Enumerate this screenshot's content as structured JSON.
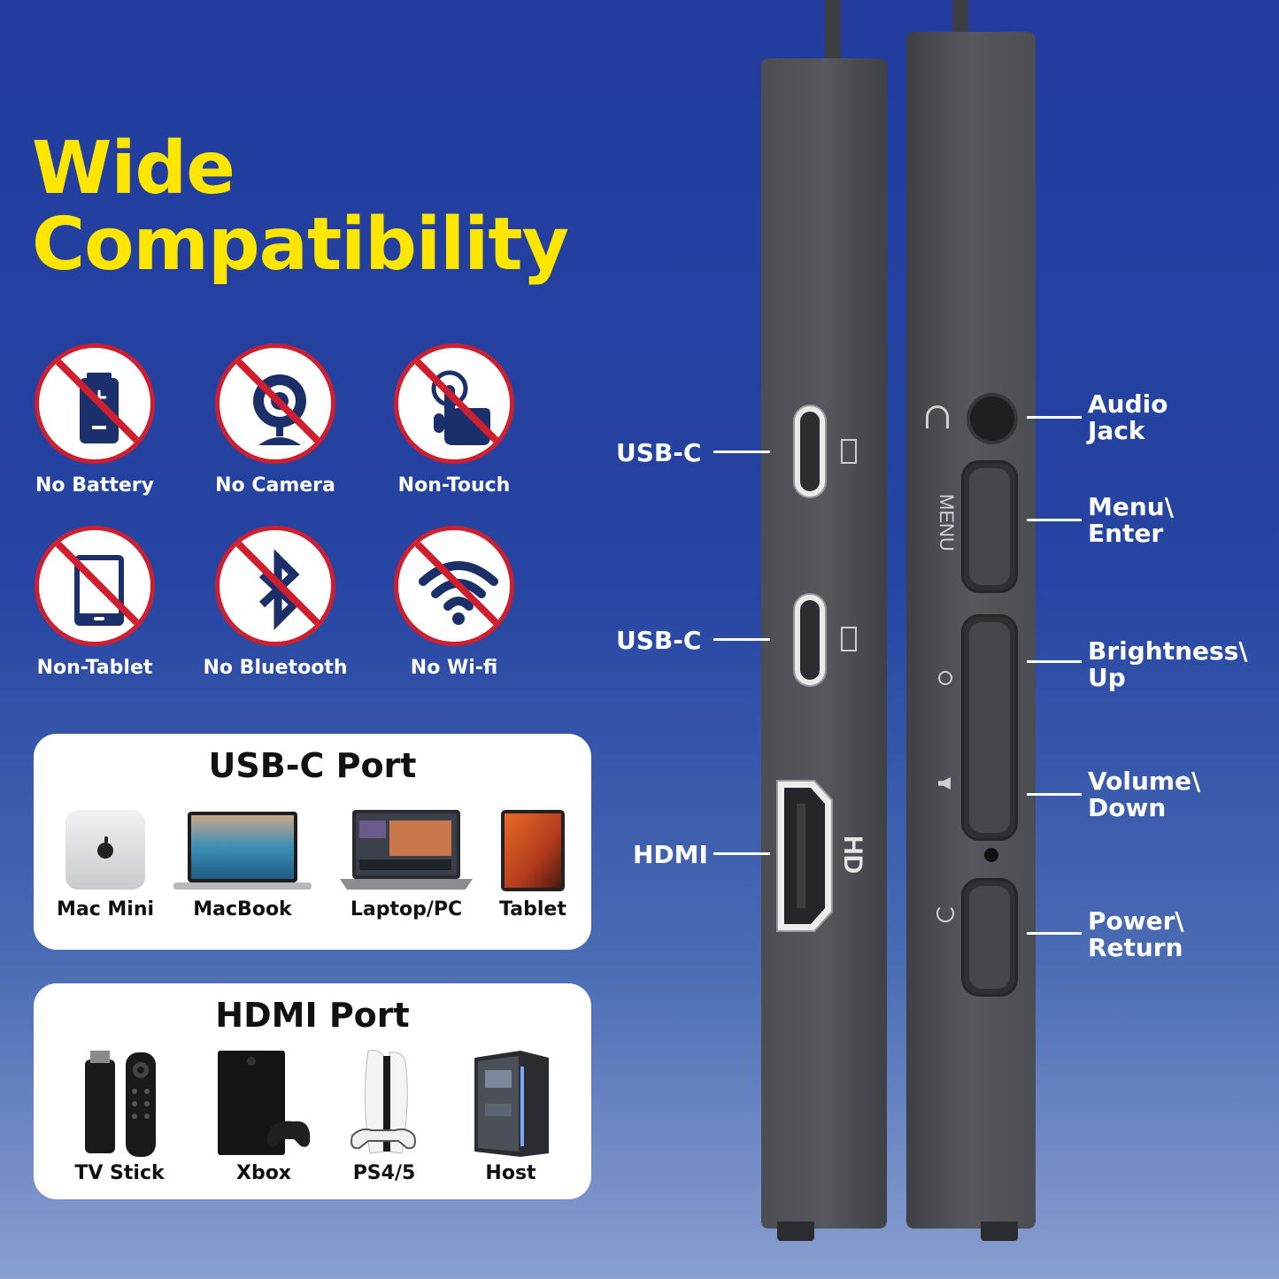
{
  "title": {
    "line1": "Wide",
    "line2": "Compatibility"
  },
  "not_supported": [
    {
      "label": "No Battery",
      "icon": "battery-icon"
    },
    {
      "label": "No Camera",
      "icon": "webcam-icon"
    },
    {
      "label": "Non-Touch",
      "icon": "touch-hand-icon"
    },
    {
      "label": "Non-Tablet",
      "icon": "tablet-icon"
    },
    {
      "label": "No Bluetooth",
      "icon": "bluetooth-icon"
    },
    {
      "label": "No Wi-fi",
      "icon": "wifi-icon"
    }
  ],
  "usbc_panel": {
    "title": "USB-C Port",
    "devices": [
      {
        "label": "Mac Mini",
        "icon": "mac-mini-icon"
      },
      {
        "label": "MacBook",
        "icon": "macbook-icon"
      },
      {
        "label": "Laptop/PC",
        "icon": "laptop-icon"
      },
      {
        "label": "Tablet",
        "icon": "tablet-device-icon"
      }
    ]
  },
  "hdmi_panel": {
    "title": "HDMI Port",
    "devices": [
      {
        "label": "TV Stick",
        "icon": "tv-stick-icon"
      },
      {
        "label": "Xbox",
        "icon": "xbox-icon"
      },
      {
        "label": "PS4/5",
        "icon": "playstation-icon"
      },
      {
        "label": "Host",
        "icon": "pc-tower-icon"
      }
    ]
  },
  "ports_left": {
    "usbc_1": "USB-C",
    "usbc_2": "USB-C",
    "hdmi": "HDMI"
  },
  "ports_right": {
    "audio_1": "Audio",
    "audio_2": "Jack",
    "menu_1": "Menu\\",
    "menu_2": "Enter",
    "bright_1": "Brightness\\",
    "bright_2": "Up",
    "vol_1": "Volume\\",
    "vol_2": "Down",
    "power_1": "Power\\",
    "power_2": "Return"
  },
  "monitor_text": {
    "menu": "MENU",
    "hd": "HD"
  },
  "colors": {
    "yellow": "#ffe600",
    "red": "#cf1f2e",
    "navy": "#1b2f6b",
    "background": "#2644a2"
  }
}
